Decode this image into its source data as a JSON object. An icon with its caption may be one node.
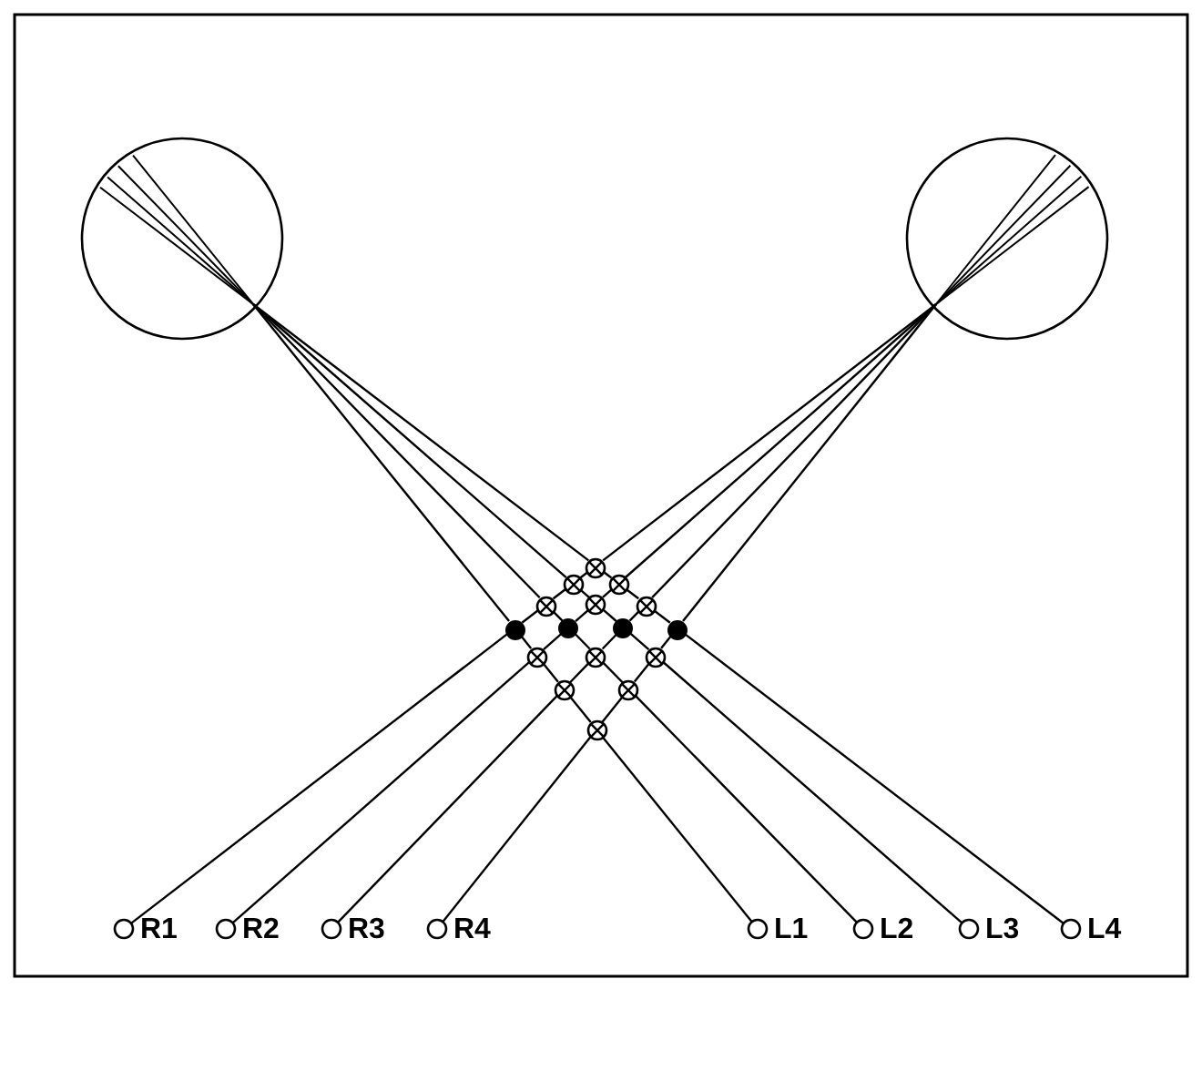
{
  "diagram": {
    "nodes": [
      {
        "text": [],
        "shape": "circle"
      },
      {
        "text": [],
        "shape": "circle"
      },
      {
        "text": [],
        "shape": "circle"
      },
      {
        "text": [],
        "shape": "circle"
      },
      {
        "text": [],
        "shape": "circle"
      },
      {
        "text": [],
        "shape": "circle"
      },
      {
        "text": [],
        "shape": "circle"
      },
      {
        "text": [],
        "shape": "circle"
      },
      {
        "text": [],
        "shape": "dot"
      },
      {
        "text": [],
        "shape": "dot"
      },
      {
        "text": [],
        "shape": "dot"
      },
      {
        "text": [],
        "shape": "dot"
      },
      {
        "text": [],
        "shape": "circle"
      },
      {
        "text": [],
        "shape": "circle"
      },
      {
        "text": [],
        "shape": "circle"
      },
      {
        "text": [],
        "shape": "circle"
      },
      {
        "text": [],
        "shape": "circle"
      },
      {
        "text": [],
        "shape": "circle"
      },
      {
        "text": [
          "R1"
        ]
      },
      {
        "text": [
          "R2"
        ]
      },
      {
        "text": [
          "R3"
        ]
      },
      {
        "text": [
          "R4"
        ]
      },
      {
        "text": [
          "L1"
        ]
      },
      {
        "text": [
          "L2"
        ]
      },
      {
        "text": [
          "L3"
        ]
      },
      {
        "text": [
          "L4"
        ]
      }
    ],
    "edges": [
      {
        "from": 18,
        "to": 8,
        "arrow": "none"
      },
      {
        "from": 8,
        "to": 5,
        "arrow": "none"
      },
      {
        "from": 5,
        "to": 3,
        "arrow": "none"
      },
      {
        "from": 3,
        "to": 2,
        "arrow": "none"
      },
      {
        "from": 2,
        "to": 1,
        "arrow": "none"
      },
      {
        "from": 19,
        "to": 12,
        "arrow": "none"
      },
      {
        "from": 12,
        "to": 9,
        "arrow": "none"
      },
      {
        "from": 9,
        "to": 6,
        "arrow": "none"
      },
      {
        "from": 6,
        "to": 4,
        "arrow": "none"
      },
      {
        "from": 4,
        "to": 1,
        "arrow": "none"
      },
      {
        "from": 20,
        "to": 15,
        "arrow": "none"
      },
      {
        "from": 15,
        "to": 13,
        "arrow": "none"
      },
      {
        "from": 13,
        "to": 10,
        "arrow": "none"
      },
      {
        "from": 10,
        "to": 7,
        "arrow": "none"
      },
      {
        "from": 7,
        "to": 1,
        "arrow": "none"
      },
      {
        "from": 21,
        "to": 17,
        "arrow": "none"
      },
      {
        "from": 17,
        "to": 16,
        "arrow": "none"
      },
      {
        "from": 16,
        "to": 14,
        "arrow": "none"
      },
      {
        "from": 14,
        "to": 11,
        "arrow": "none"
      },
      {
        "from": 11,
        "to": 1,
        "arrow": "none"
      },
      {
        "from": 22,
        "to": 17,
        "arrow": "none"
      },
      {
        "from": 17,
        "to": 15,
        "arrow": "none"
      },
      {
        "from": 15,
        "to": 12,
        "arrow": "none"
      },
      {
        "from": 12,
        "to": 8,
        "arrow": "none"
      },
      {
        "from": 8,
        "to": 0,
        "arrow": "none"
      },
      {
        "from": 23,
        "to": 16,
        "arrow": "none"
      },
      {
        "from": 16,
        "to": 13,
        "arrow": "none"
      },
      {
        "from": 13,
        "to": 9,
        "arrow": "none"
      },
      {
        "from": 9,
        "to": 5,
        "arrow": "none"
      },
      {
        "from": 5,
        "to": 0,
        "arrow": "none"
      },
      {
        "from": 24,
        "to": 14,
        "arrow": "none"
      },
      {
        "from": 14,
        "to": 10,
        "arrow": "none"
      },
      {
        "from": 10,
        "to": 6,
        "arrow": "none"
      },
      {
        "from": 6,
        "to": 3,
        "arrow": "none"
      },
      {
        "from": 3,
        "to": 0,
        "arrow": "none"
      },
      {
        "from": 25,
        "to": 11,
        "arrow": "none"
      },
      {
        "from": 11,
        "to": 7,
        "arrow": "none"
      },
      {
        "from": 7,
        "to": 4,
        "arrow": "none"
      },
      {
        "from": 4,
        "to": 2,
        "arrow": "none"
      },
      {
        "from": 2,
        "to": 0,
        "arrow": "none"
      }
    ]
  }
}
